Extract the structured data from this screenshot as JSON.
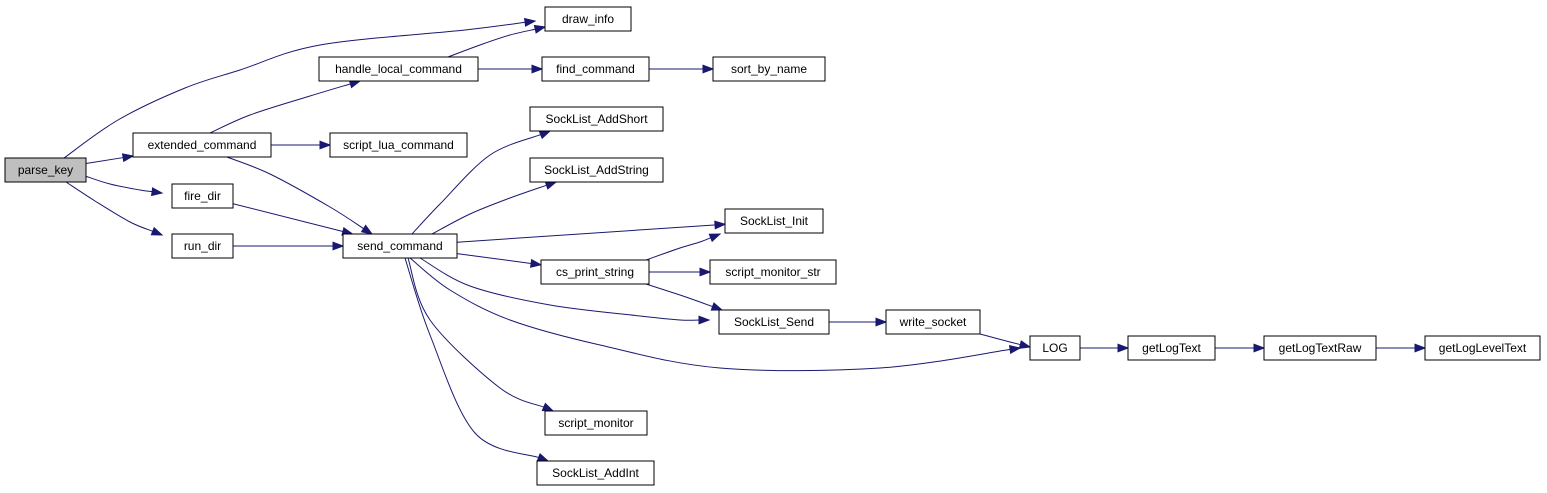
{
  "colors": {
    "edge": "#191970",
    "root_fill": "#bfbfbf",
    "node_fill": "#ffffff",
    "node_border": "#000000"
  },
  "nodes": [
    {
      "id": "parse_key",
      "label": "parse_key",
      "root": true
    },
    {
      "id": "draw_info",
      "label": "draw_info"
    },
    {
      "id": "handle_local_command",
      "label": "handle_local_command"
    },
    {
      "id": "find_command",
      "label": "find_command"
    },
    {
      "id": "sort_by_name",
      "label": "sort_by_name"
    },
    {
      "id": "extended_command",
      "label": "extended_command"
    },
    {
      "id": "script_lua_command",
      "label": "script_lua_command"
    },
    {
      "id": "SockList_AddShort",
      "label": "SockList_AddShort"
    },
    {
      "id": "SockList_AddString",
      "label": "SockList_AddString"
    },
    {
      "id": "fire_dir",
      "label": "fire_dir"
    },
    {
      "id": "SockList_Init",
      "label": "SockList_Init"
    },
    {
      "id": "run_dir",
      "label": "run_dir"
    },
    {
      "id": "send_command",
      "label": "send_command"
    },
    {
      "id": "cs_print_string",
      "label": "cs_print_string"
    },
    {
      "id": "script_monitor_str",
      "label": "script_monitor_str"
    },
    {
      "id": "SockList_Send",
      "label": "SockList_Send"
    },
    {
      "id": "write_socket",
      "label": "write_socket"
    },
    {
      "id": "LOG",
      "label": "LOG"
    },
    {
      "id": "getLogText",
      "label": "getLogText"
    },
    {
      "id": "getLogTextRaw",
      "label": "getLogTextRaw"
    },
    {
      "id": "getLogLevelText",
      "label": "getLogLevelText"
    },
    {
      "id": "script_monitor",
      "label": "script_monitor"
    },
    {
      "id": "SockList_AddInt",
      "label": "SockList_AddInt"
    }
  ],
  "edges": [
    {
      "from": "parse_key",
      "to": "draw_info"
    },
    {
      "from": "parse_key",
      "to": "extended_command"
    },
    {
      "from": "parse_key",
      "to": "fire_dir"
    },
    {
      "from": "parse_key",
      "to": "run_dir"
    },
    {
      "from": "extended_command",
      "to": "handle_local_command"
    },
    {
      "from": "extended_command",
      "to": "script_lua_command"
    },
    {
      "from": "extended_command",
      "to": "send_command"
    },
    {
      "from": "handle_local_command",
      "to": "draw_info"
    },
    {
      "from": "handle_local_command",
      "to": "find_command"
    },
    {
      "from": "find_command",
      "to": "sort_by_name"
    },
    {
      "from": "fire_dir",
      "to": "send_command"
    },
    {
      "from": "run_dir",
      "to": "send_command"
    },
    {
      "from": "send_command",
      "to": "SockList_AddShort"
    },
    {
      "from": "send_command",
      "to": "SockList_AddString"
    },
    {
      "from": "send_command",
      "to": "SockList_Init"
    },
    {
      "from": "send_command",
      "to": "cs_print_string"
    },
    {
      "from": "send_command",
      "to": "SockList_Send"
    },
    {
      "from": "send_command",
      "to": "LOG"
    },
    {
      "from": "send_command",
      "to": "script_monitor"
    },
    {
      "from": "send_command",
      "to": "SockList_AddInt"
    },
    {
      "from": "cs_print_string",
      "to": "SockList_Init"
    },
    {
      "from": "cs_print_string",
      "to": "script_monitor_str"
    },
    {
      "from": "cs_print_string",
      "to": "SockList_Send"
    },
    {
      "from": "SockList_Send",
      "to": "write_socket"
    },
    {
      "from": "write_socket",
      "to": "LOG"
    },
    {
      "from": "LOG",
      "to": "getLogText"
    },
    {
      "from": "getLogText",
      "to": "getLogTextRaw"
    },
    {
      "from": "getLogTextRaw",
      "to": "getLogLevelText"
    }
  ]
}
